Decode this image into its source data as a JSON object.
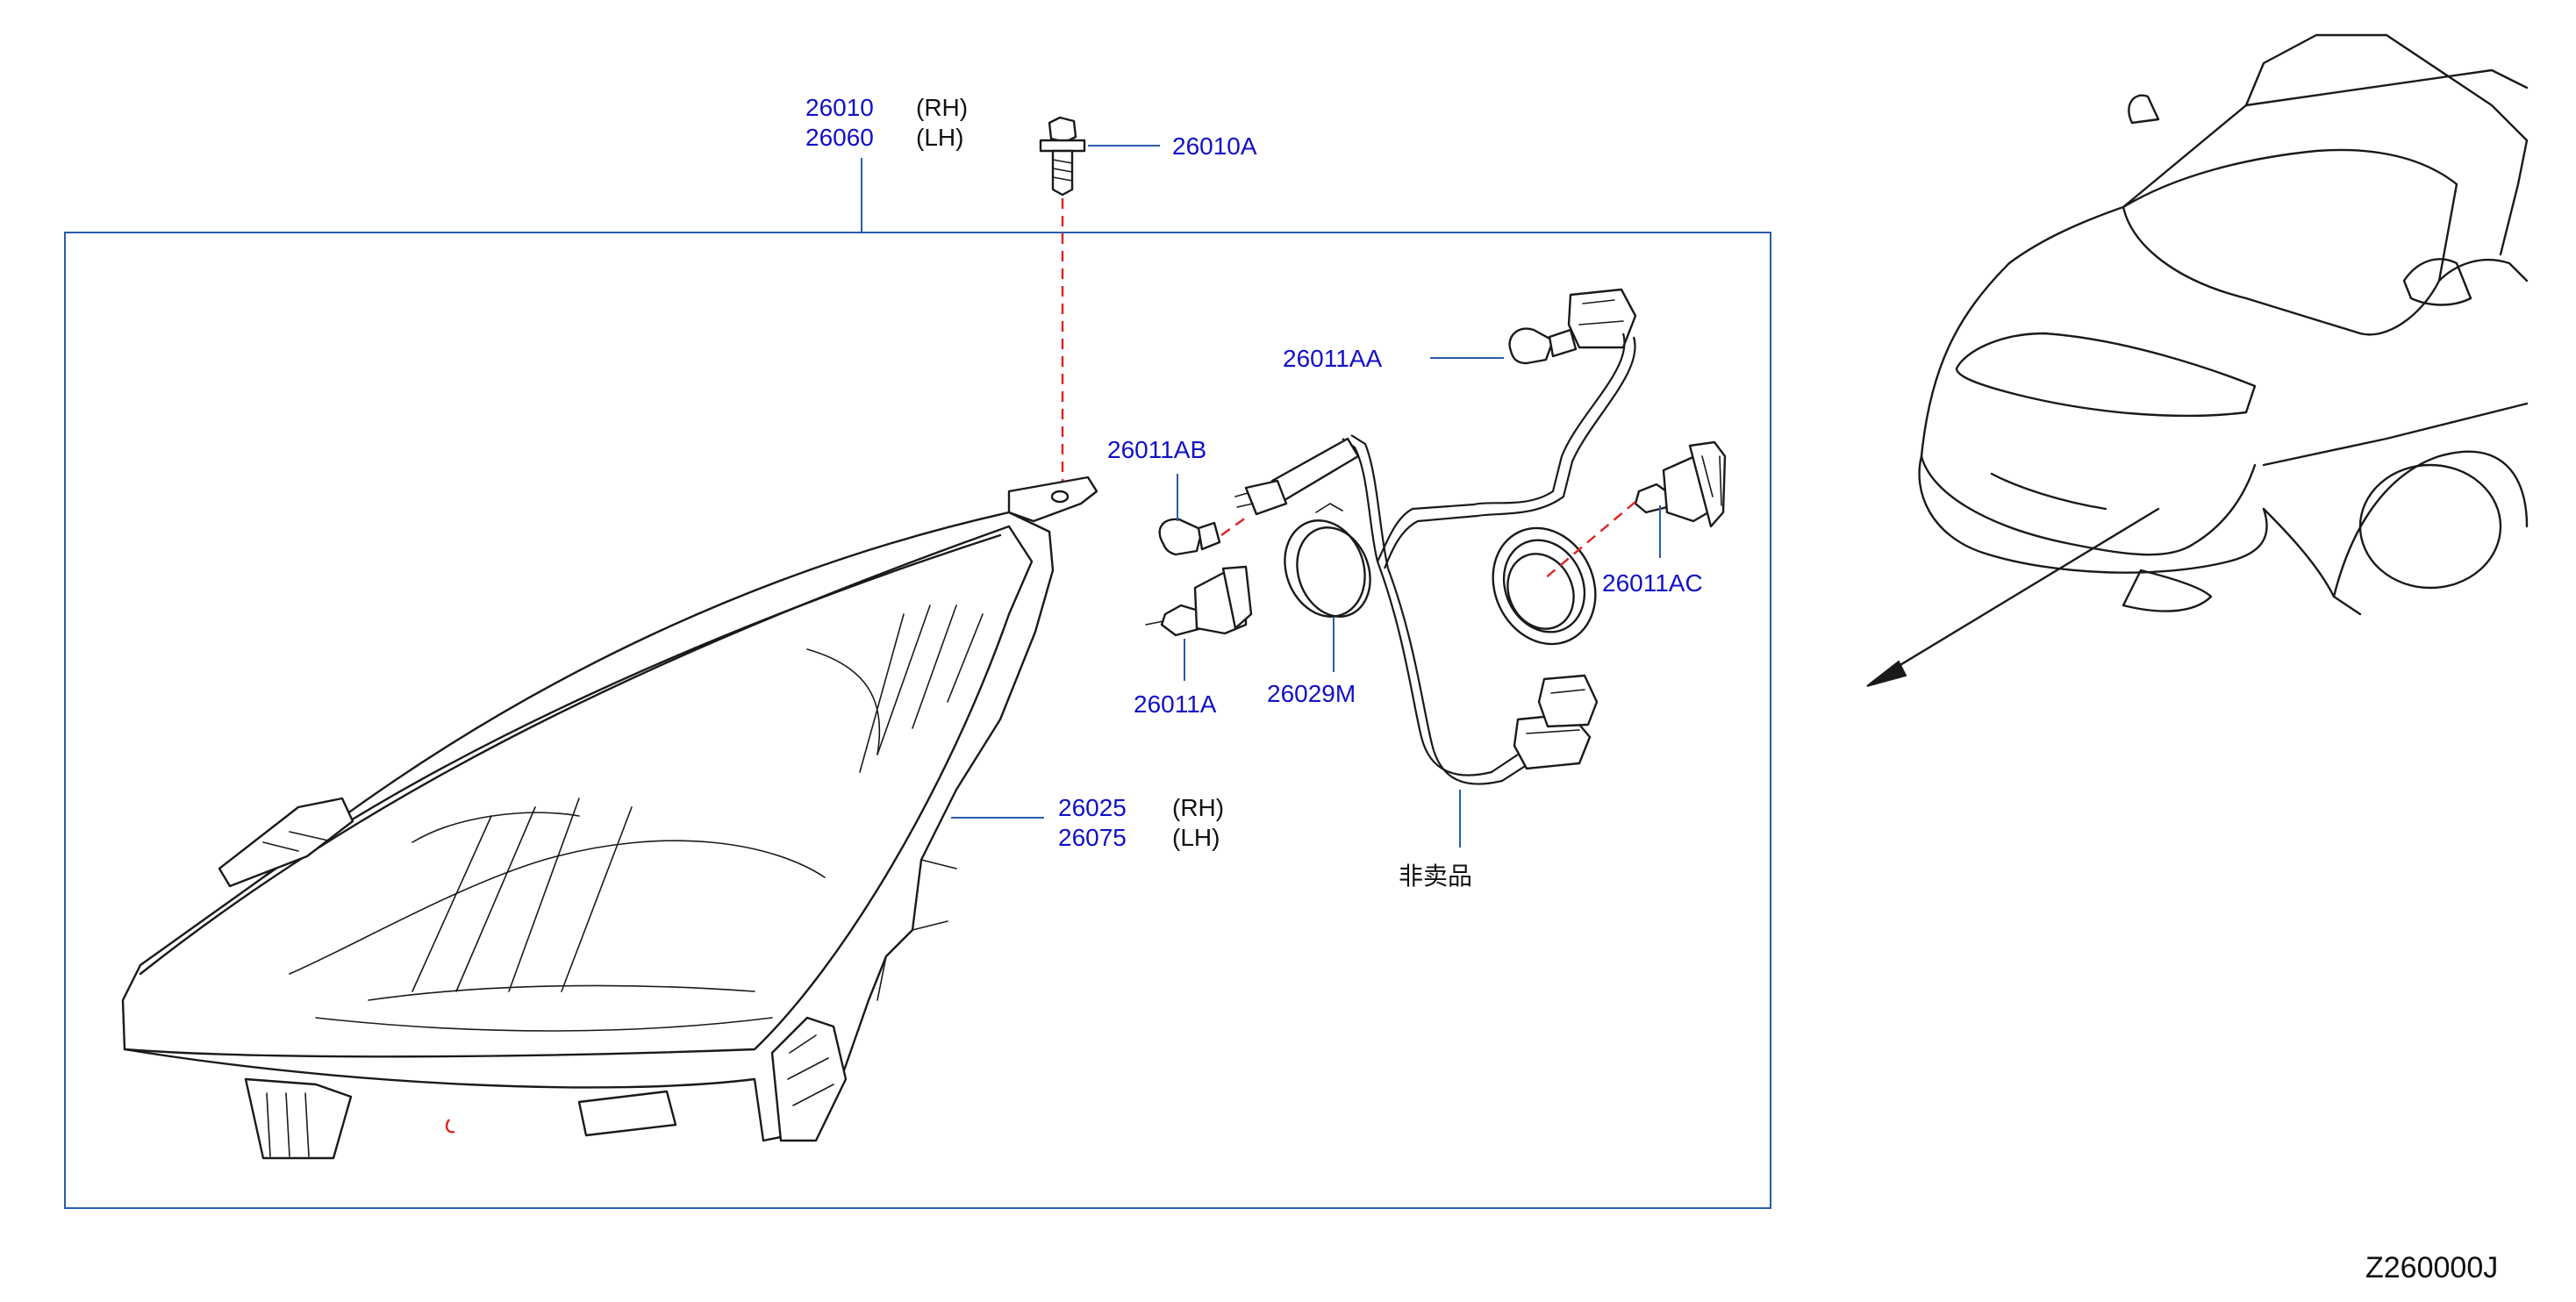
{
  "diagram": {
    "code": "Z260000J",
    "colors": {
      "part_number": "#1010c8",
      "leader": "#2a5cb0",
      "dashed": "#e02020",
      "drawing": "#1a1a1a"
    },
    "callouts": {
      "headlamp_assy": {
        "numbers": [
          "26010",
          "26060"
        ],
        "sides": [
          "(RH)",
          "(LH)"
        ]
      },
      "bolt": {
        "number": "26010A"
      },
      "bulb_26011AA": {
        "number": "26011AA"
      },
      "bulb_26011AB": {
        "number": "26011AB"
      },
      "bulb_26011A": {
        "number": "26011A"
      },
      "cap_26029M": {
        "number": "26029M"
      },
      "bulb_26011AC": {
        "number": "26011AC"
      },
      "housing": {
        "numbers": [
          "26025",
          "26075"
        ],
        "sides": [
          "(RH)",
          "(LH)"
        ]
      },
      "harness": {
        "note": "非卖品"
      }
    }
  }
}
